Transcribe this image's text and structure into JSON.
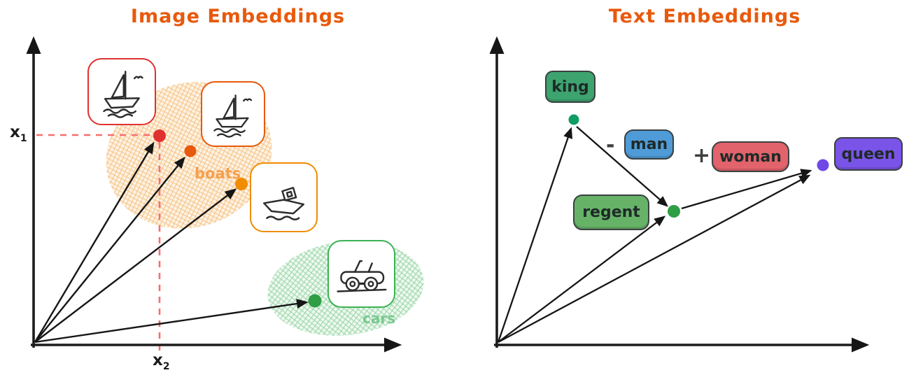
{
  "page": {
    "background": "#ffffff"
  },
  "left_panel": {
    "title": "Image Embeddings",
    "y_axis_label": {
      "base": "x",
      "sub": "1"
    },
    "x_axis_label": {
      "base": "x",
      "sub": "2"
    },
    "clusters": [
      {
        "label": "boats",
        "label_color": "#f59f4e",
        "hatch_color": "#f3a44c"
      },
      {
        "label": "cars",
        "label_color": "#79c98f",
        "hatch_color": "#5fbf77"
      }
    ],
    "items": [
      {
        "icon": "sailboat-icon",
        "color": "#e03131"
      },
      {
        "icon": "sailboat-icon",
        "color": "#e8590c"
      },
      {
        "icon": "motorboat-icon",
        "color": "#f08c00"
      },
      {
        "icon": "car-icon",
        "color": "#3bb254"
      }
    ]
  },
  "right_panel": {
    "title": "Text Embeddings",
    "operators": {
      "minus": "-",
      "plus": "+"
    },
    "tokens": [
      {
        "label": "king",
        "color": "#3da46f"
      },
      {
        "label": "man",
        "color": "#4f9bd8"
      },
      {
        "label": "woman",
        "color": "#e2636b"
      },
      {
        "label": "queen",
        "color": "#7a54e8"
      },
      {
        "label": "regent",
        "color": "#66b368"
      }
    ],
    "points": [
      {
        "name": "king-point",
        "color": "#0f9d64"
      },
      {
        "name": "regent-point",
        "color": "#2f9e44"
      },
      {
        "name": "queen-point",
        "color": "#7048e8"
      }
    ]
  },
  "colors": {
    "title": "#e8590c",
    "axis": "#1c1c1c",
    "dashed_guide": "#f86d6d"
  }
}
